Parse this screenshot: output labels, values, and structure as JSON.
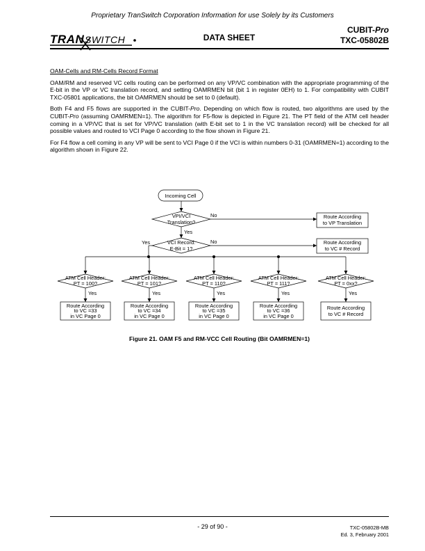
{
  "header": {
    "confidential": "Proprietary TranSwitch Corporation Information for use Solely by its Customers",
    "logo_text": "TRANSWITCH",
    "doc_type": "DATA SHEET",
    "product_name": "CUBIT-",
    "product_suffix": "Pro",
    "doc_number": "TXC-05802B"
  },
  "section": {
    "title": "OAM-Cells and RM-Cells Record Format",
    "p1": "OAM/RM and reserved VC cells routing can be performed on any VP/VC combination with the appropriate programming of the E-bit in the VP or VC translation record, and setting OAMRMEN bit (bit 1 in register 0EH) to 1. For compatibility with CUBIT TXC-05801 applications, the bit OAMRMEN should be set to 0 (default).",
    "p2a": "Both F4 and F5 flows are supported in the CUBIT-",
    "p2b": "Pro",
    "p2c": ". Depending on which flow is routed, two algorithms are used by the CUBIT-",
    "p2d": "Pro",
    "p2e": " (assuming OAMRMEN=1). The algorithm for F5-flow is depicted in Figure 21. The PT field of the ATM cell header coming in a VP/VC that is set for VP/VC translation (with E-bit set to 1 in the VC translation record) will be checked for all possible values and routed to VCI Page 0 according to the flow shown in Figure 21.",
    "p3": "For F4 flow a cell coming in any VP will be sent to VCI Page 0 if the VCI is within numbers 0-31 (OAMRMEN=1) according to the algorithm shown in Figure 22."
  },
  "figure": {
    "start": "Incoming Cell",
    "d1": [
      "VPI/VCI",
      "Translation?"
    ],
    "d2": [
      "VCI Record:",
      "E-Bit = 1?"
    ],
    "route_vp": [
      "Route According",
      "to VP Translation"
    ],
    "route_vc_rec": [
      "Route According",
      "to VC # Record"
    ],
    "yes": "Yes",
    "no": "No",
    "pt_decisions": [
      [
        "ATM Cell Header:",
        "PT = 100?"
      ],
      [
        "ATM Cell Header:",
        "PT = 101?"
      ],
      [
        "ATM Cell Header:",
        "PT = 110?"
      ],
      [
        "ATM Cell Header:",
        "PT = 111?"
      ],
      [
        "ATM Cell Header:",
        "PT = 0xx?"
      ]
    ],
    "pt_routes": [
      [
        "Route According",
        "to VC =33",
        "in VC Page 0"
      ],
      [
        "Route According",
        "to VC =34",
        "in VC Page 0"
      ],
      [
        "Route According",
        "to VC =35",
        "in VC Page 0"
      ],
      [
        "Route According",
        "to VC =36",
        "in VC Page 0"
      ],
      [
        "Route According",
        "to VC # Record"
      ]
    ],
    "caption": "Figure 21.  OAM F5 and RM-VCC Cell Routing (Bit OAMRMEN=1)"
  },
  "footer": {
    "page": "- 29 of 90 -",
    "doc_ref": "TXC-05802B-MB",
    "edition": "Ed. 3, February 2001"
  }
}
